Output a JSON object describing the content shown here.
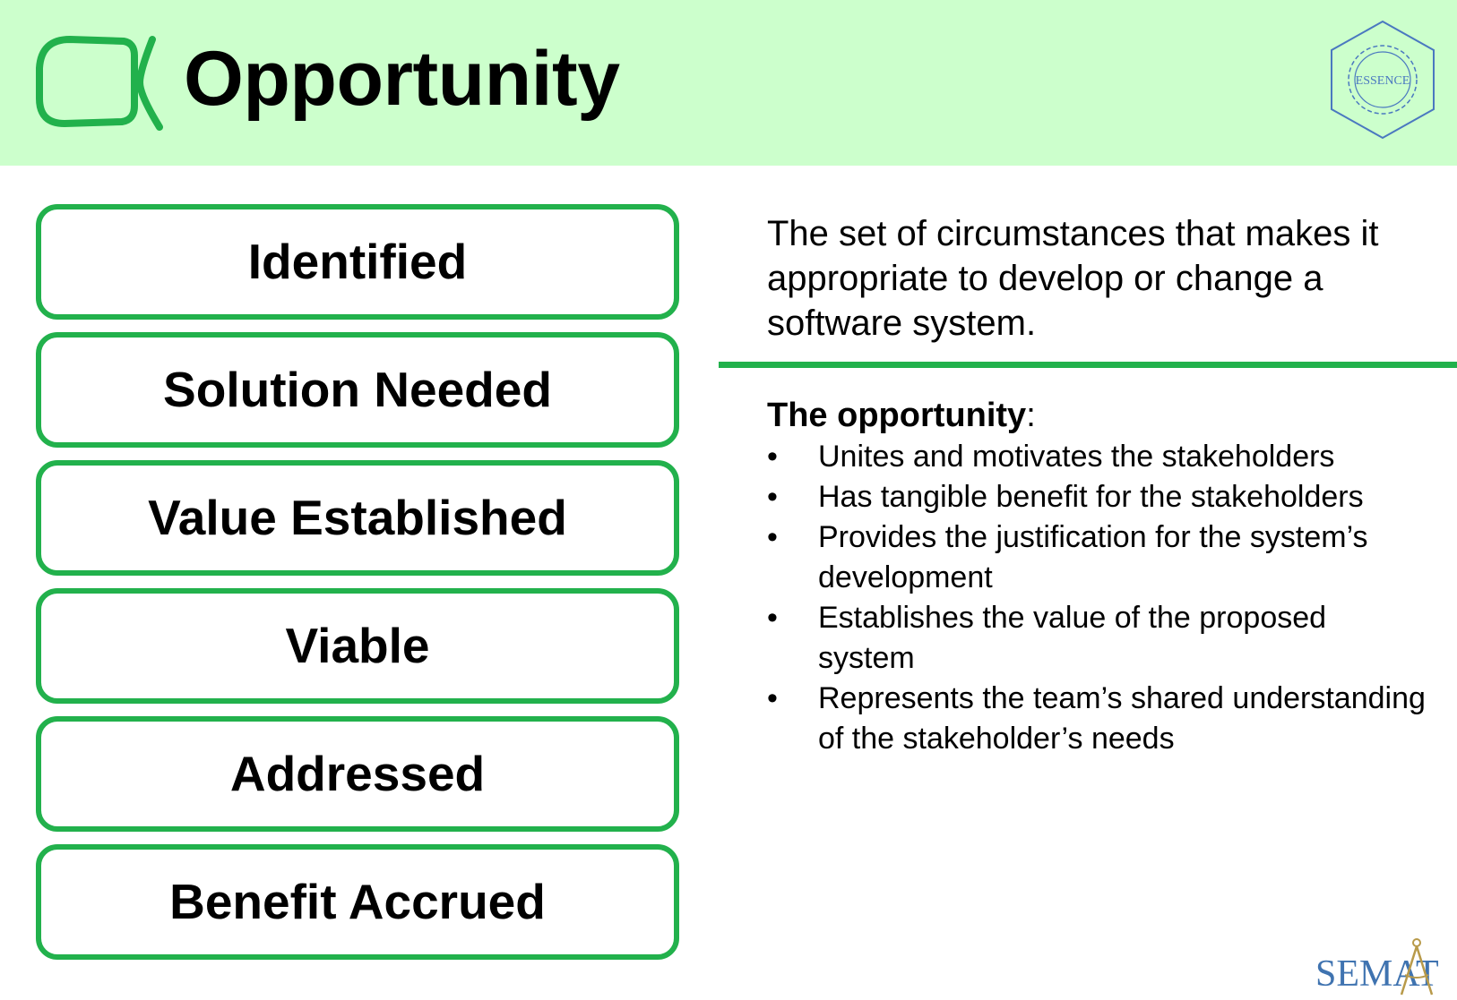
{
  "header": {
    "title": "Opportunity",
    "alpha_icon": "alpha-icon",
    "essence_logo_text": "ESSENCE"
  },
  "states": [
    {
      "label": "Identified"
    },
    {
      "label": "Solution Needed"
    },
    {
      "label": "Value Established"
    },
    {
      "label": "Viable"
    },
    {
      "label": "Addressed"
    },
    {
      "label": "Benefit Accrued"
    }
  ],
  "definition": "The set of circumstances that makes it appropriate to develop or change a software system.",
  "details": {
    "heading_bold": "The opportunity",
    "heading_suffix": ":",
    "bullet_symbol": "•",
    "bullets": [
      "Unites and motivates the stakeholders",
      "Has tangible benefit for the stakeholders",
      "Provides the justification for the system’s development",
      "Establishes the value of the proposed system",
      "Represents the team’s shared understanding of the stakeholder’s needs"
    ]
  },
  "footer": {
    "semat_logo_text": "SEMAT"
  },
  "colors": {
    "header_bg": "#ccffcc",
    "accent_green": "#22b14c",
    "logo_blue": "#3f73b0"
  }
}
